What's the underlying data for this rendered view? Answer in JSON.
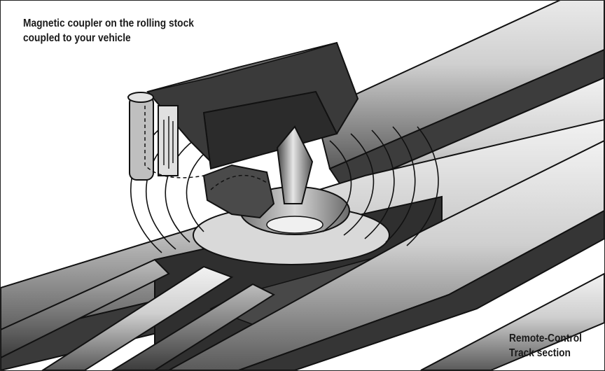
{
  "callouts": {
    "coupler": {
      "line1": "Magnetic coupler on the rolling stock",
      "line2": "coupled to your vehicle"
    },
    "track": {
      "line1": "Remote-Control",
      "line2": "Track section"
    }
  },
  "colors": {
    "rail_light": "#e8e8e8",
    "rail_mid": "#a6a6a6",
    "rail_dark": "#4a4a4a",
    "coupler_dark": "#3a3a3a",
    "magnet_disc": "#bdbdbd",
    "outline": "#111111"
  }
}
